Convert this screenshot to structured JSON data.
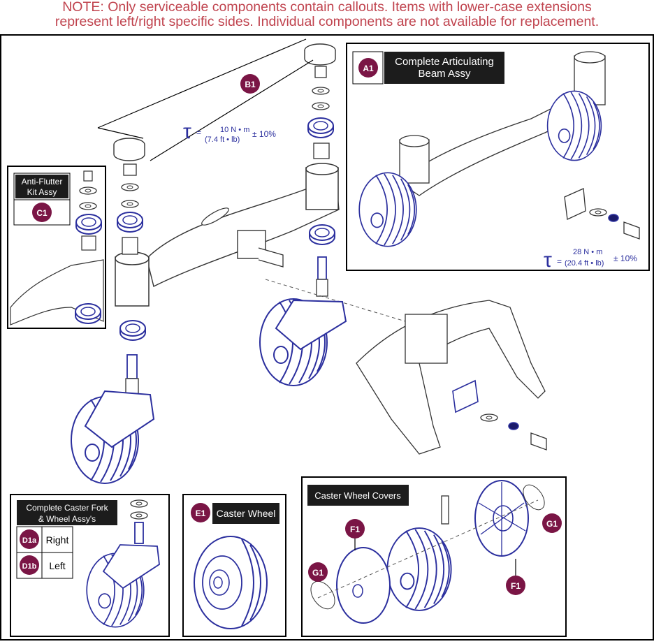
{
  "note": {
    "line1": "NOTE: Only serviceable components contain callouts. Items with lower-case extensions",
    "line2": "represent left/right specific sides. Individual components are not available for replacement."
  },
  "colors": {
    "note": "#c0434e",
    "callout": "#7a1545",
    "line_art": "#2b2f9e",
    "label_bg": "#1c1c1c"
  },
  "callouts": {
    "a1": "A1",
    "b1": "B1",
    "c1": "C1",
    "d1a": "D1a",
    "d1b": "D1b",
    "e1": "E1",
    "f1_top": "F1",
    "f1_bottom": "F1",
    "g1_left": "G1",
    "g1_right": "G1"
  },
  "labels": {
    "a1_line1": "Complete Articulating",
    "a1_line2": "Beam Assy",
    "c1_line1": "Anti-Flutter",
    "c1_line2": "Kit Assy",
    "d1_line1": "Complete Caster Fork",
    "d1_line2": "& Wheel Assy's",
    "d1a_side": "Right",
    "d1b_side": "Left",
    "e1": "Caster Wheel",
    "covers": "Caster Wheel Covers"
  },
  "torque": {
    "symbol": "τ",
    "upper": {
      "value": "10 N • m",
      "alt": "(7.4 ft • lb)",
      "tol": "± 10%"
    },
    "lower": {
      "value": "28 N • m",
      "alt": "(20.4 ft • lb)",
      "tol": "± 10%"
    }
  }
}
